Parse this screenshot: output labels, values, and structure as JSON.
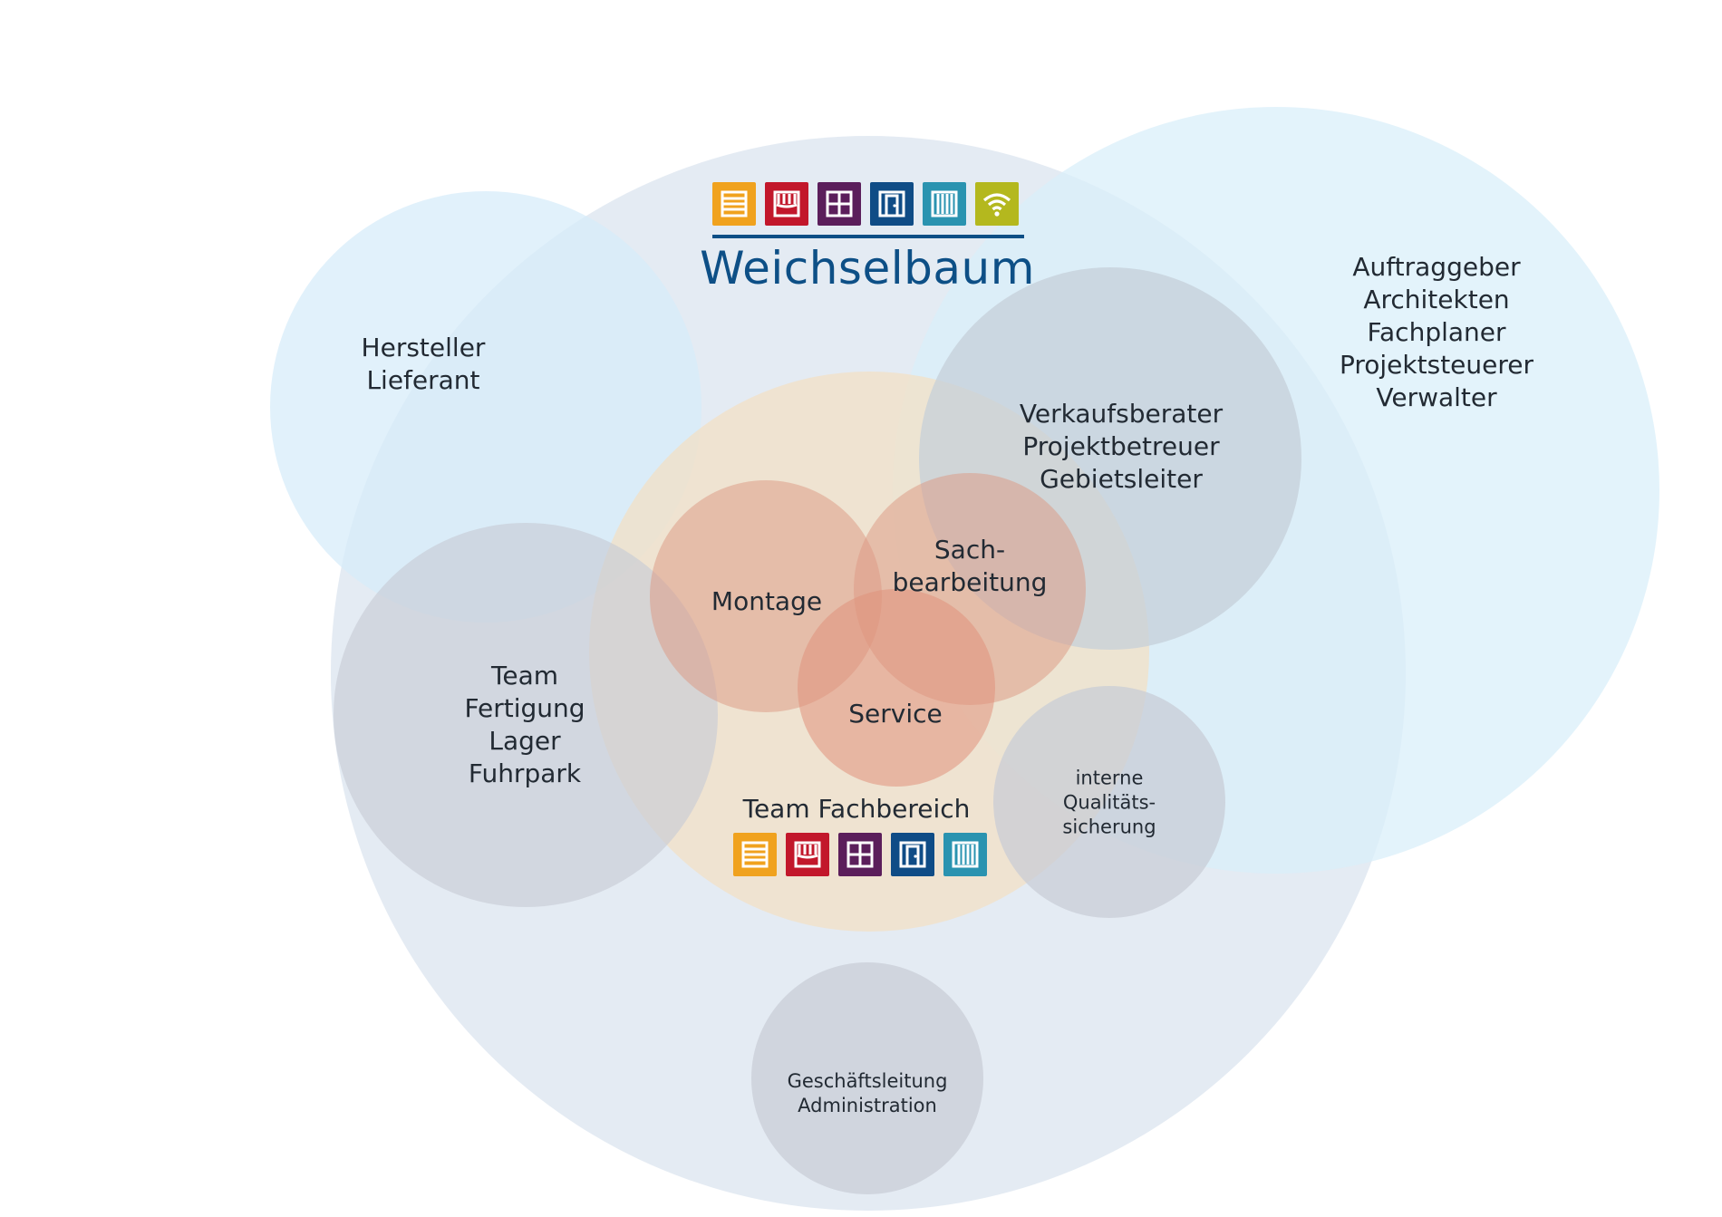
{
  "diagram": {
    "colors": {
      "outer_circle": "#dfe7f1",
      "light_blue": "#dcf0fa",
      "grey_circle": "#cdd3db",
      "beige_circle": "#f2dfc6",
      "red_circle": "#e0a08c",
      "logo_blue": "#0d4f86",
      "text": "#222a33"
    },
    "brand": {
      "name": "Weichselbaum",
      "icons": [
        {
          "icon": "blind-icon",
          "color": "#f0a21e"
        },
        {
          "icon": "awning-icon",
          "color": "#c2172b"
        },
        {
          "icon": "window-icon",
          "color": "#5b1e5b"
        },
        {
          "icon": "door-icon",
          "color": "#0f4c86"
        },
        {
          "icon": "gate-icon",
          "color": "#2a93b0"
        },
        {
          "icon": "wifi-icon",
          "color": "#b4b81e"
        }
      ]
    },
    "nodes": {
      "suppliers": [
        "Hersteller",
        "Lieferant"
      ],
      "clients": [
        "Auftraggeber",
        "Architekten",
        "Fachplaner",
        "Projektsteuerer",
        "Verwalter"
      ],
      "sales": [
        "Verkaufsberater",
        "Projektbetreuer",
        "Gebietsleiter"
      ],
      "production": [
        "Team",
        "Fertigung",
        "Lager",
        "Fuhrpark"
      ],
      "assembly": [
        "Montage"
      ],
      "clerical": [
        "Sach-",
        "bearbeitung"
      ],
      "service": [
        "Service"
      ],
      "qa": [
        "interne",
        "Qualitäts-",
        "sicherung"
      ],
      "management": [
        "Geschäftsleitung",
        "Administration"
      ],
      "team_area": {
        "label": "Team Fachbereich",
        "icons": [
          {
            "icon": "blind-icon",
            "color": "#f0a21e"
          },
          {
            "icon": "awning-icon",
            "color": "#c2172b"
          },
          {
            "icon": "window-icon",
            "color": "#5b1e5b"
          },
          {
            "icon": "door-icon",
            "color": "#0f4c86"
          },
          {
            "icon": "gate-icon",
            "color": "#2a93b0"
          }
        ]
      }
    }
  }
}
